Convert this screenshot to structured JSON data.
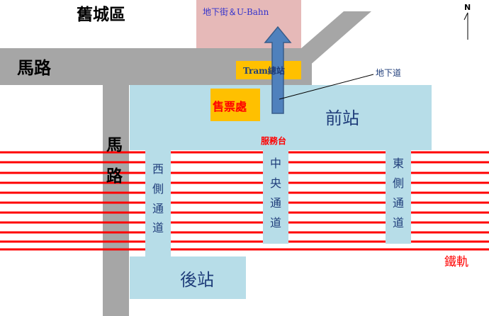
{
  "labels": {
    "old_town": "舊城區",
    "road_horizontal": "馬路",
    "road_vertical_1": "馬",
    "road_vertical_2": "路",
    "underground_street": "地下街＆U-Bahn",
    "tram_station": "Tram總站",
    "underpass": "地下道",
    "ticket_office": "售票處",
    "front_station": "前站",
    "service_desk": "服務台",
    "west_passage": [
      "西",
      "側",
      "通",
      "道"
    ],
    "central_passage": [
      "中",
      "央",
      "通",
      "道"
    ],
    "east_passage": [
      "東",
      "側",
      "通",
      "道"
    ],
    "rear_station": "後站",
    "railway": "鐵軌",
    "north": "N"
  },
  "colors": {
    "road": "#a6a6a6",
    "station_hall": "#b7dde8",
    "underground_area": "#e6b9b8",
    "tram_box": "#ffc000",
    "ticket_box": "#ffc000",
    "ticket_text": "#ff0000",
    "service_text": "#ff0000",
    "rail": "#ff0000",
    "arrow": "#4f81bd",
    "hall_text": "#1f3d7a",
    "rail_text": "#ff0000"
  }
}
